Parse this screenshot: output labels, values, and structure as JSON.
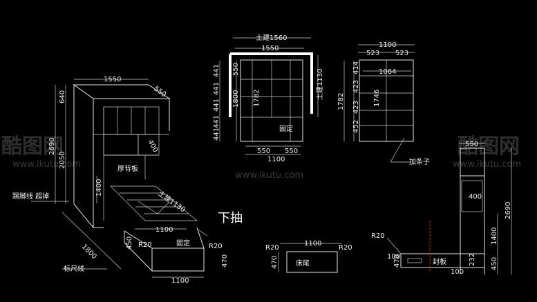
{
  "drawing": {
    "iso_view": {
      "top_width": "1550",
      "top_depth": "550",
      "height_total": "2690",
      "height_lower": "2050",
      "height_top": "640",
      "side_400": "400",
      "inner_1400": "1400",
      "wall_1130": "土建1130",
      "bed_1100": "1100",
      "bed_450": "450",
      "bed_length": "1800",
      "bottom_1100": "1100",
      "r20_left": "R20",
      "r20_right": "R20",
      "h_470": "470",
      "back_panel": "厚背板",
      "fixed": "固定",
      "kick_line": "踢脚线 超掉",
      "ref_line": "标尺线",
      "drawer": "下抽"
    },
    "front_view": {
      "wall_1560": "土建1560",
      "width_1550": "1550",
      "left_dims": [
        "441",
        "441",
        "441",
        "441",
        "441"
      ],
      "h550": "550",
      "h1800": "1800",
      "h1782": "1782",
      "wall_1130": "土建1130",
      "fixed": "固定",
      "b550a": "550",
      "b550b": "550",
      "b1100": "1100"
    },
    "side_view": {
      "w1100": "1100",
      "w523a": "523",
      "w523b": "523",
      "w1064": "1064",
      "h1782": "1782",
      "left_dims": [
        "414",
        "423",
        "423",
        "452"
      ],
      "h1746": "1746",
      "strip": "加条子"
    },
    "bed_end": {
      "r20a": "R20",
      "r20b": "R20",
      "w1100": "1100",
      "h470": "470",
      "label": "床尾"
    },
    "section_view": {
      "w550": "550",
      "h400": "400",
      "h2690": "2690",
      "h1400": "1400",
      "h450": "450",
      "r20": "R20",
      "h100a": "100",
      "h470": "470",
      "h232": "232",
      "h100b": "100",
      "seal": "封板"
    },
    "watermarks": [
      "酷图网",
      "www.ikutu.com",
      "www.ikutu.com",
      "www.ikutu.com",
      "酷图网"
    ]
  }
}
